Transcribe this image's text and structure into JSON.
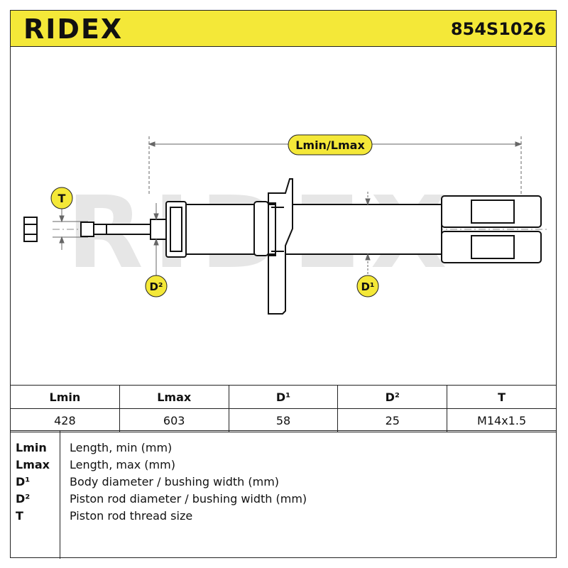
{
  "header": {
    "brand": "RIDEX",
    "part_number": "854S1026",
    "background_color": "#f4e838"
  },
  "diagram": {
    "watermark": "RIDEX",
    "labels": {
      "length": "Lmin/Lmax",
      "thread": "T",
      "rod_diameter": "D²",
      "body_diameter": "D¹"
    },
    "label_color": "#f4e838"
  },
  "table": {
    "headers": [
      "Lmin",
      "Lmax",
      "D¹",
      "D²",
      "T"
    ],
    "values": [
      "428",
      "603",
      "58",
      "25",
      "M14x1.5"
    ]
  },
  "legend": {
    "items": [
      {
        "key": "Lmin",
        "desc": "Length, min (mm)"
      },
      {
        "key": "Lmax",
        "desc": "Length, max (mm)"
      },
      {
        "key": "D¹",
        "desc": "Body diameter / bushing width (mm)"
      },
      {
        "key": "D²",
        "desc": "Piston rod diameter / bushing width (mm)"
      },
      {
        "key": "T",
        "desc": "Piston rod thread size"
      }
    ]
  }
}
